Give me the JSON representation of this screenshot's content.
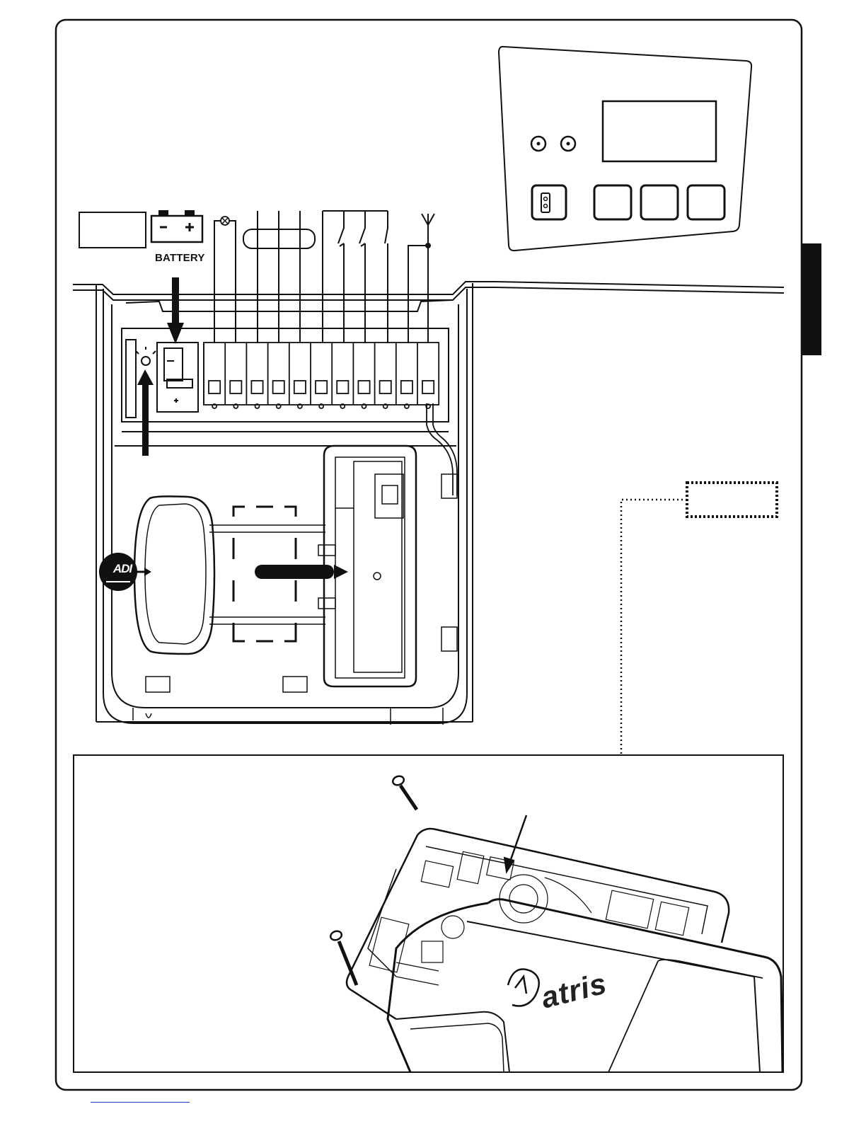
{
  "labels": {
    "battery": "BATTERY",
    "adi": "ADI",
    "brand": "atris"
  },
  "colors": {
    "line": "#111111",
    "background": "#ffffff",
    "side_tab": "#111111",
    "link_underline": "#1a3fc8"
  },
  "icons": {
    "battery": "battery-icon",
    "lamp": "lamp-icon",
    "antenna": "antenna-icon",
    "led": "led-indicator-icon",
    "adi": "adi-connector-icon"
  }
}
